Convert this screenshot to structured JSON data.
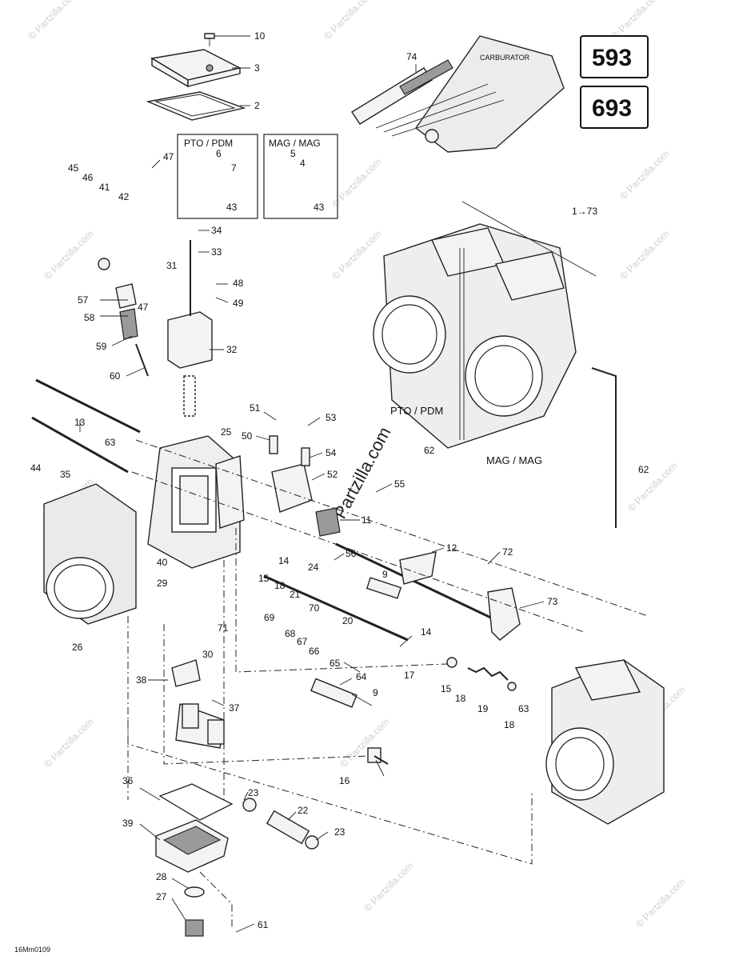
{
  "engine_codes": [
    "593",
    "693"
  ],
  "group_boxes": {
    "pto": "PTO / PDM",
    "mag": "MAG / MAG"
  },
  "side_labels": {
    "pto_side": "PTO / PDM",
    "mag_side": "MAG / MAG"
  },
  "range_label": "1→73",
  "drawing_code": "16Mm0109",
  "watermark": {
    "small": "© Partzilla.com",
    "center": "Partzilla.com"
  },
  "callouts": [
    {
      "id": "c10",
      "text": "10"
    },
    {
      "id": "c3",
      "text": "3"
    },
    {
      "id": "c2",
      "text": "2"
    },
    {
      "id": "c74",
      "text": "74"
    },
    {
      "id": "c6",
      "text": "6"
    },
    {
      "id": "c7",
      "text": "7"
    },
    {
      "id": "c43a",
      "text": "43"
    },
    {
      "id": "c5",
      "text": "5"
    },
    {
      "id": "c4",
      "text": "4"
    },
    {
      "id": "c43b",
      "text": "43"
    },
    {
      "id": "c47a",
      "text": "47"
    },
    {
      "id": "c45",
      "text": "45"
    },
    {
      "id": "c46",
      "text": "46"
    },
    {
      "id": "c41",
      "text": "41"
    },
    {
      "id": "c42",
      "text": "42"
    },
    {
      "id": "c34",
      "text": "34"
    },
    {
      "id": "c33",
      "text": "33"
    },
    {
      "id": "c31",
      "text": "31"
    },
    {
      "id": "c48",
      "text": "48"
    },
    {
      "id": "c49",
      "text": "49"
    },
    {
      "id": "c47b",
      "text": "47"
    },
    {
      "id": "c57",
      "text": "57"
    },
    {
      "id": "c58",
      "text": "58"
    },
    {
      "id": "c59",
      "text": "59"
    },
    {
      "id": "c32",
      "text": "32"
    },
    {
      "id": "c60",
      "text": "60"
    },
    {
      "id": "c13",
      "text": "13"
    },
    {
      "id": "c51",
      "text": "51"
    },
    {
      "id": "c53",
      "text": "53"
    },
    {
      "id": "c25",
      "text": "25"
    },
    {
      "id": "c50",
      "text": "50"
    },
    {
      "id": "c54",
      "text": "54"
    },
    {
      "id": "c63a",
      "text": "63"
    },
    {
      "id": "c62a",
      "text": "62"
    },
    {
      "id": "c62b",
      "text": "62"
    },
    {
      "id": "c44",
      "text": "44"
    },
    {
      "id": "c35",
      "text": "35"
    },
    {
      "id": "c52",
      "text": "52"
    },
    {
      "id": "c55",
      "text": "55"
    },
    {
      "id": "c11",
      "text": "11"
    },
    {
      "id": "c12",
      "text": "12"
    },
    {
      "id": "c72",
      "text": "72"
    },
    {
      "id": "c56",
      "text": "56"
    },
    {
      "id": "c14a",
      "text": "14"
    },
    {
      "id": "c24",
      "text": "24"
    },
    {
      "id": "c15a",
      "text": "15"
    },
    {
      "id": "c18a",
      "text": "18"
    },
    {
      "id": "c21",
      "text": "21"
    },
    {
      "id": "c9a",
      "text": "9"
    },
    {
      "id": "c40",
      "text": "40"
    },
    {
      "id": "c29",
      "text": "29"
    },
    {
      "id": "c73",
      "text": "73"
    },
    {
      "id": "c70",
      "text": "70"
    },
    {
      "id": "c69",
      "text": "69"
    },
    {
      "id": "c20",
      "text": "20"
    },
    {
      "id": "c26",
      "text": "26"
    },
    {
      "id": "c71",
      "text": "71"
    },
    {
      "id": "c68",
      "text": "68"
    },
    {
      "id": "c67",
      "text": "67"
    },
    {
      "id": "c66",
      "text": "66"
    },
    {
      "id": "c14b",
      "text": "14"
    },
    {
      "id": "c30",
      "text": "30"
    },
    {
      "id": "c65",
      "text": "65"
    },
    {
      "id": "c17",
      "text": "17"
    },
    {
      "id": "c64",
      "text": "64"
    },
    {
      "id": "c15b",
      "text": "15"
    },
    {
      "id": "c18b",
      "text": "18"
    },
    {
      "id": "c19",
      "text": "19"
    },
    {
      "id": "c18c",
      "text": "18"
    },
    {
      "id": "c63b",
      "text": "63"
    },
    {
      "id": "c38",
      "text": "38"
    },
    {
      "id": "c37",
      "text": "37"
    },
    {
      "id": "c9b",
      "text": "9"
    },
    {
      "id": "c16",
      "text": "16"
    },
    {
      "id": "c36",
      "text": "36"
    },
    {
      "id": "c23a",
      "text": "23"
    },
    {
      "id": "c22",
      "text": "22"
    },
    {
      "id": "c39",
      "text": "39"
    },
    {
      "id": "c23b",
      "text": "23"
    },
    {
      "id": "c28",
      "text": "28"
    },
    {
      "id": "c27",
      "text": "27"
    },
    {
      "id": "c61",
      "text": "61"
    }
  ]
}
